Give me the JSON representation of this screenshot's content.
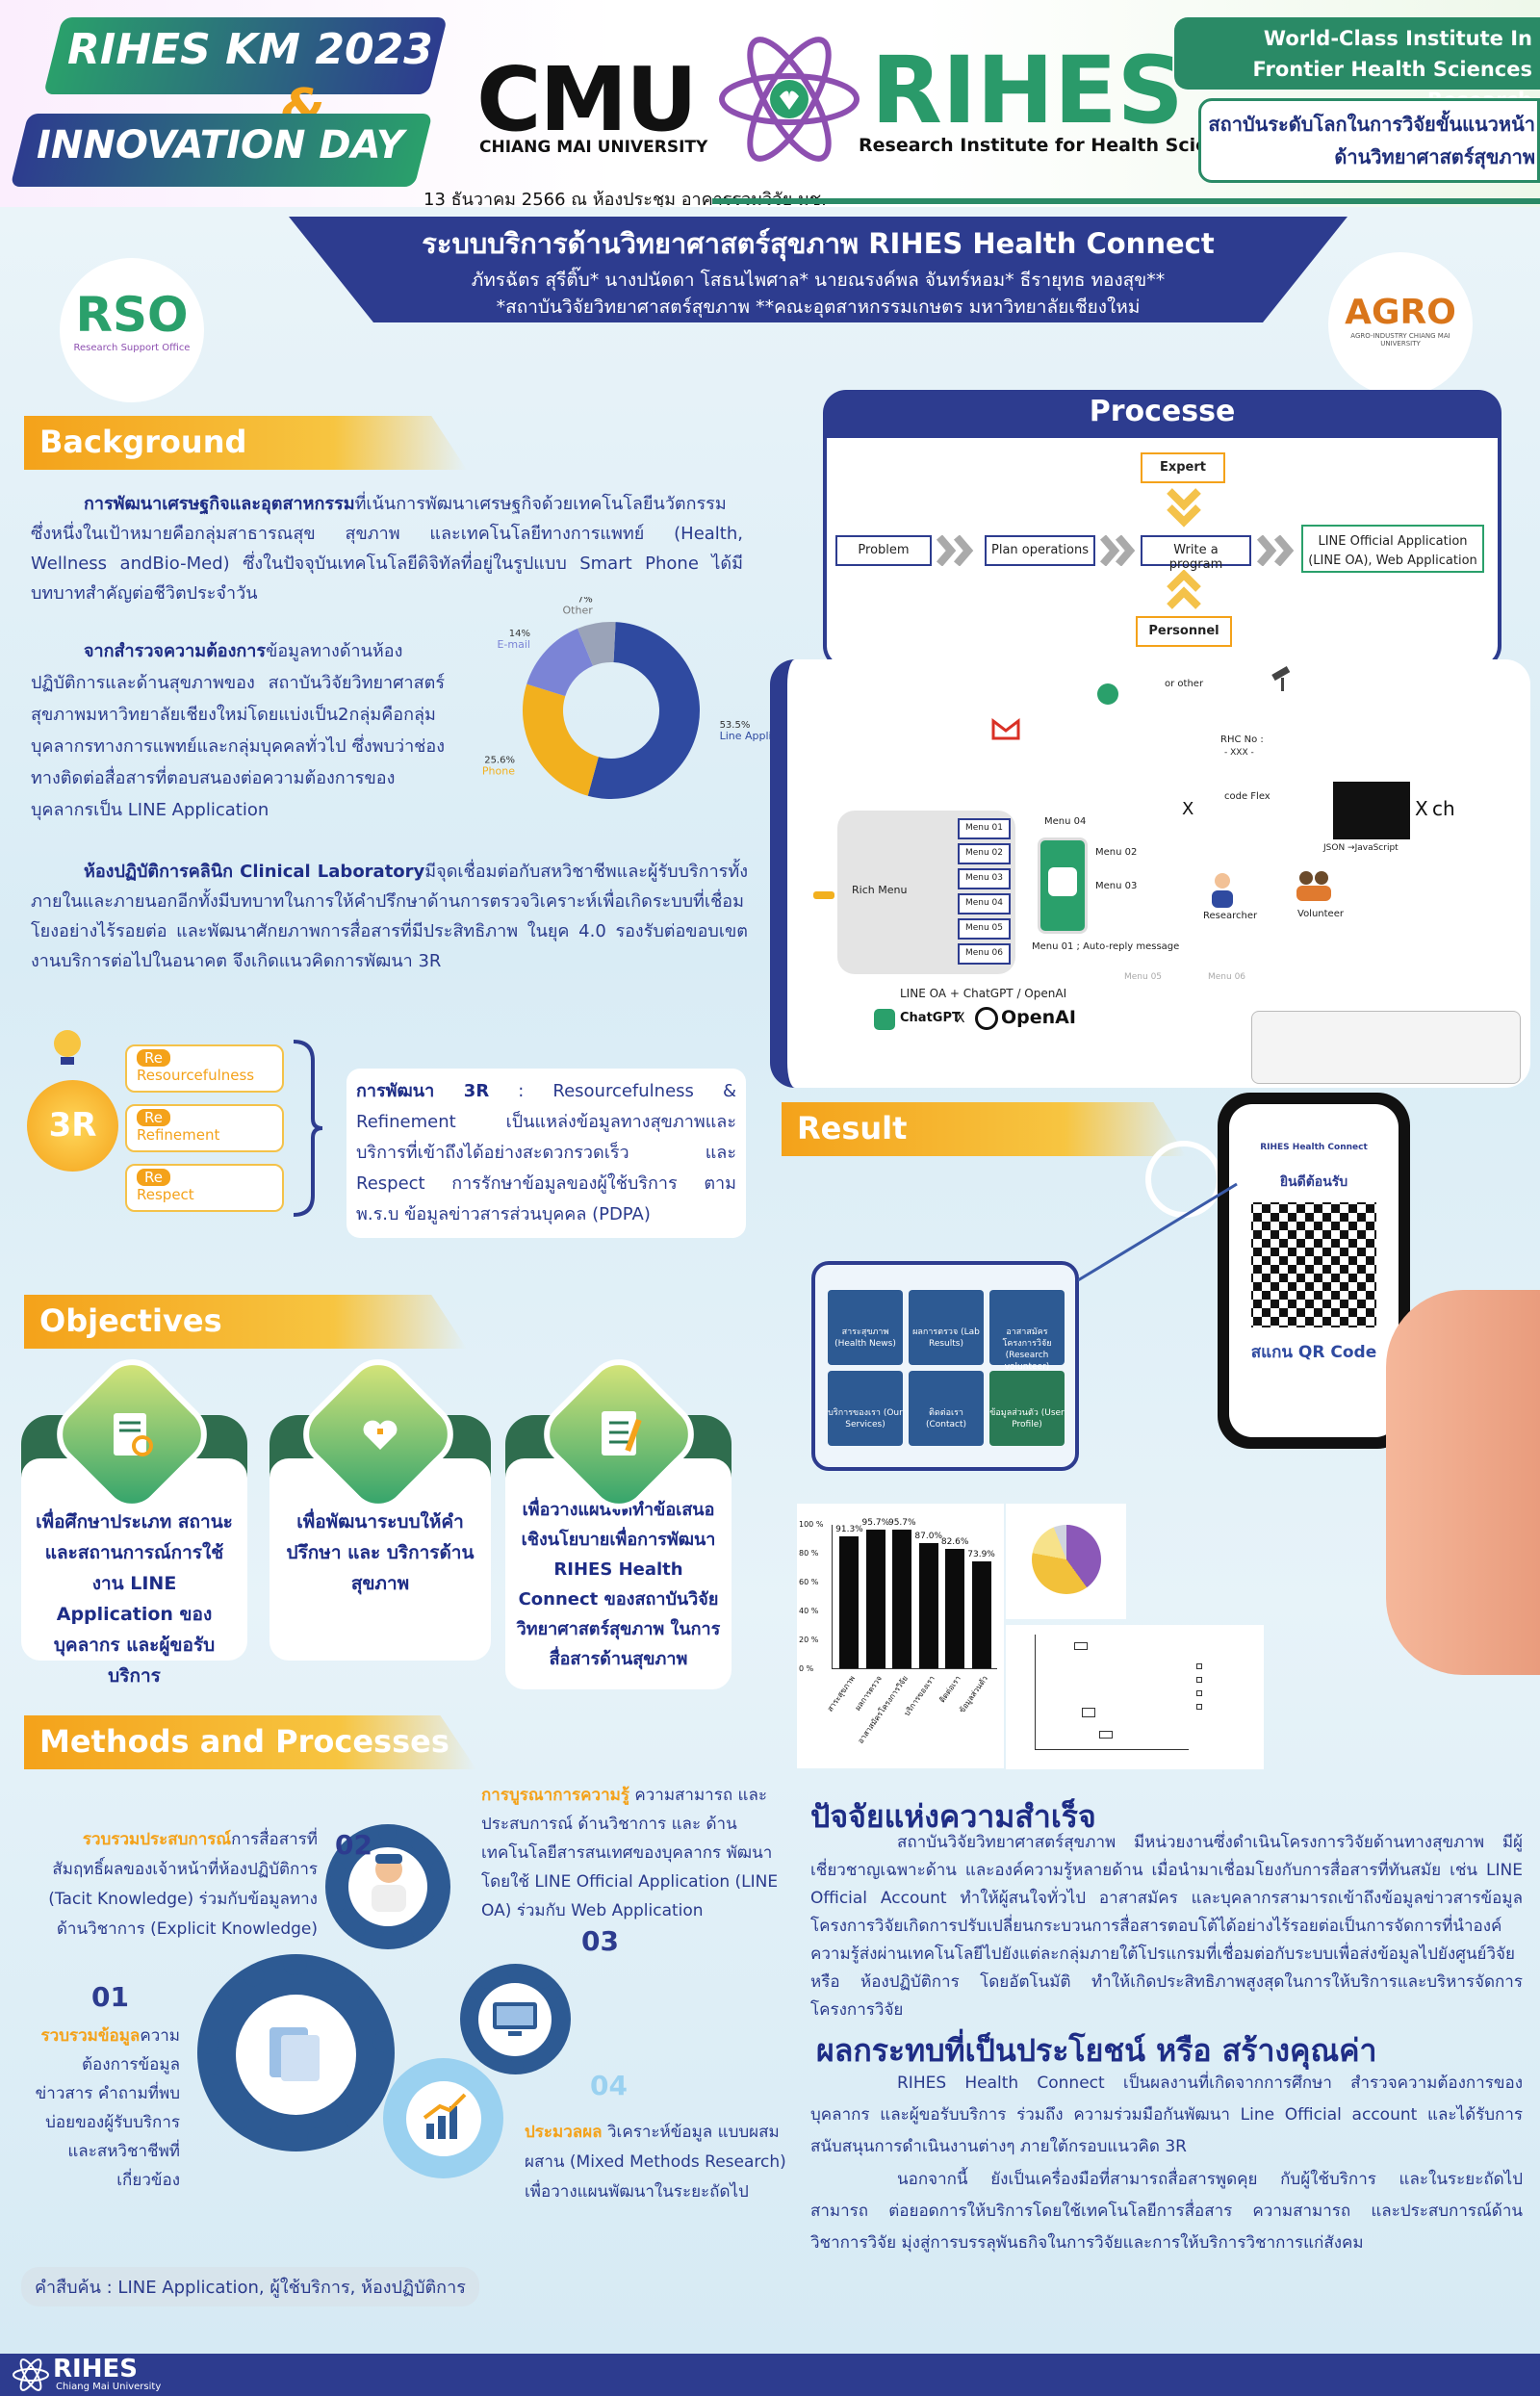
{
  "header": {
    "event_line1": "RIHES KM 2023",
    "event_amp": "&",
    "event_line2": "INNOVATION DAY",
    "cmu_logo": "CMU",
    "cmu_name": "CHIANG MAI UNIVERSITY",
    "rihes_logo": "RIHES",
    "rihes_name": "Research Institute for Health Sciences",
    "tagline_en": "World-Class Institute In Frontier Health Sciences Research",
    "tagline_th": "สถาบันระดับโลกในการวิจัยขั้นแนวหน้าด้านวิทยาศาสตร์สุขภาพ",
    "date_venue": "13 ธันวาคม 2566  ณ ห้องประชุม อาคารรวมวิจัย มช."
  },
  "title": {
    "main": "ระบบบริการด้านวิทยาศาสตร์สุขภาพ RIHES  Health Connect",
    "authors": "ภัทรฉัตร สุรีติ๊บ*  นางปนัดดา โสธนไพศาล*  นายณรงค์พล จันทร์หอม*  ธีรายุทธ ทองสุข**",
    "affiliation": "*สถาบันวิจัยวิทยาศาสตร์สุขภาพ **คณะอุตสาหกรรมเกษตร มหาวิทยาลัยเชียงใหม่",
    "logo_left": "RSO",
    "logo_left_sub": "Research Support Office",
    "logo_right": "AGRO",
    "logo_right_sub": "AGRO-INDUSTRY CHIANG MAI UNIVERSITY"
  },
  "background": {
    "heading": "Background",
    "p1_bold": "การพัฒนาเศรษฐกิจและอุตสาหกรรม",
    "p1": "ที่เน้นการพัฒนาเศรษฐกิจด้วยเทคโนโลยีนวัตกรรม ซึ่งหนึ่งในเป้าหมายคือกลุ่มสาธารณสุข สุขภาพ และเทคโนโลยีทางการแพทย์ (Health, Wellness andBio-Med) ซึ่งในปัจจุบันเทคโนโลยีดิจิทัลที่อยู่ในรูปแบบ Smart Phone ได้มีบทบาทสำคัญต่อชีวิตประจำวัน",
    "p2_bold": "จากสำรวจความต้องการ",
    "p2": "ข้อมูลทางด้านห้องปฏิบัติการและด้านสุขภาพของ สถาบันวิจัยวิทยาศาสตร์สุขภาพมหาวิทยาลัยเชียงใหม่โดยแบ่งเป็น2กลุ่มคือกลุ่มบุคลากรทางการแพทย์และกลุ่มบุคคลทั่วไป ซึ่งพบว่าช่องทางติดต่อสื่อสารที่ตอบสนองต่อความต้องการของบุคลากรเป็น LINE Application",
    "p3_bold": "ห้องปฏิบัติการคลินิก Clinical Laboratory",
    "p3": "มีจุดเชื่อมต่อกับสหวิชาชีพและผู้รับบริการทั้งภายในและภายนอกอีกทั้งมีบทบาทในการให้คำปรึกษาด้านการตรวจวิเคราะห์เพื่อเกิดระบบที่เชื่อมโยงอย่างไร้รอยต่อ และพัฒนาศักยภาพการสื่อสารที่มีประสิทธิภาพ ในยุค 4.0 รองรับต่อขอบเขตงานบริการต่อไปในอนาคต จึงเกิดแนวคิดการพัฒนา 3R"
  },
  "donut": {
    "slices": [
      {
        "label": "Line Application",
        "pct": "53.5%",
        "value": 53.5,
        "color": "#2f4aa0"
      },
      {
        "label": "Phone",
        "pct": "25.6%",
        "value": 25.6,
        "color": "#f2b01e"
      },
      {
        "label": "E-mail",
        "pct": "14%",
        "value": 14,
        "color": "#7b84d6"
      },
      {
        "label": "Other",
        "pct": "7%",
        "value": 7,
        "color": "#9aa3b8"
      }
    ]
  },
  "threeR": {
    "center": "3R",
    "items": [
      {
        "re": "Re",
        "word": "Resourcefulness"
      },
      {
        "re": "Re",
        "word": "Refinement"
      },
      {
        "re": "Re",
        "word": "Respect"
      }
    ],
    "desc_bold": "การพัฒนา 3R",
    "desc": " : Resourcefulness & Refinement เป็นแหล่งข้อมูลทางสุขภาพและบริการที่เข้าถึงได้อย่างสะดวกรวดเร็ว และ Respect การรักษาข้อมูลของผู้ใช้บริการ ตาม พ.ร.บ ข้อมูลข่าวสารส่วนบุคคล (PDPA)"
  },
  "process": {
    "heading": "Processe",
    "expert": "Expert",
    "personnel": "Personnel",
    "steps": [
      "Problem",
      "Plan operations",
      "Write a program",
      "LINE Official Application (LINE OA), Web Application"
    ],
    "rich_menu": "Rich Menu",
    "menus": [
      "Menu 01",
      "Menu 02",
      "Menu 03",
      "Menu 04",
      "Menu 05",
      "Menu 06"
    ],
    "menu04": "Menu 04",
    "menu02": "Menu 02",
    "menu03": "Menu 03",
    "menu01_note": "Menu 01 ; Auto-reply message",
    "menu05": "Menu 05",
    "menu06": "Menu 06",
    "researcher": "Researcher",
    "volunteer": "Volunteer",
    "or_other": "or other",
    "rhc_no": "RHC No :",
    "rhc_xxx": "- XXX -",
    "code_flex": "code Flex",
    "json_js": "JSON →JavaScript",
    "x": "X",
    "ch": "ch",
    "line_oa_gpt": "LINE OA + ChatGPT / OpenAI",
    "chatgpt": "ChatGPT",
    "openai": "OpenAI"
  },
  "result": {
    "heading": "Result",
    "phone_brand": "RIHES Health Connect",
    "phone_welcome": "ยินดีต้อนรับ",
    "phone_scan": "สแกน QR Code",
    "tiles": [
      "สาระสุขภาพ (Health News)",
      "ผลการตรวจ (Lab Results)",
      "อาสาสมัครโครงการวิจัย (Research volunteer)",
      "บริการของเรา (Our Services)",
      "ติดต่อเรา (Contact)",
      "ข้อมูลส่วนตัว (User Profile)"
    ]
  },
  "chart_data": [
    {
      "type": "bar",
      "categories": [
        "สาระสุขภาพ",
        "ผลการตรวจ",
        "อาสาสมัครโครงการวิจัย",
        "บริการของเรา",
        "ติดต่อเรา",
        "ข้อมูลส่วนตัว"
      ],
      "values": [
        91.3,
        95.7,
        95.7,
        87.0,
        82.6,
        73.9
      ],
      "value_labels": [
        "91.3%",
        "95.7%",
        "95.7%",
        "87.0%",
        "82.6%",
        "73.9%"
      ],
      "yticks": [
        "100 %",
        "80 %",
        "60 %",
        "40 %",
        "20 %",
        "0 %"
      ],
      "ylim": [
        0,
        100
      ]
    }
  ],
  "success": {
    "heading": "ปัจจัยแห่งความสำเร็จ",
    "text": "สถาบันวิจัยวิทยาศาสตร์สุขภาพ มีหน่วยงานซึ่งดำเนินโครงการวิจัยด้านทางสุขภาพ มีผู้เชี่ยวชาญเฉพาะด้าน และองค์ความรู้หลายด้าน เมื่อนำมาเชื่อมโยงกับการสื่อสารที่ทันสมัย เช่น LINE Official Account ทำให้ผู้สนใจทั่วไป อาสาสมัคร และบุคลากรสามารถเข้าถึงข้อมูลข่าวสารข้อมูลโครงการวิจัยเกิดการปรับเปลี่ยนกระบวนการสื่อสารตอบโต้ได้อย่างไร้รอยต่อเป็นการจัดการที่นำองค์ความรู้ส่งผ่านเทคโนโลยีไปยังแต่ละกลุ่มภายใต้โปรแกรมที่เชื่อมต่อกับระบบเพื่อส่งข้อมูลไปยังศูนย์วิจัย หรือ ห้องปฏิบัติการ โดยอัตโนมัติ ทำให้เกิดประสิทธิภาพสูงสุดในการให้บริการและบริหารจัดการโครงการวิจัย"
  },
  "benefit": {
    "heading": "ผลกระทบที่เป็นประโยชน์ หรือ สร้างคุณค่า",
    "p1": "RIHES  Health Connect  เป็นผลงานที่เกิดจากการศึกษา สำรวจความต้องการของบุคลากร และผู้ขอรับบริการ ร่วมถึง ความร่วมมือกันพัฒนา Line Official account และได้รับการสนับสนุนการดำเนินงานต่างๆ ภายใต้กรอบแนวคิด 3R",
    "p2": "นอกจากนี้ ยังเป็นเครื่องมือที่สามารถสื่อสารพูดคุย กับผู้ใช้บริการ และในระยะถัดไปสามารถ ต่อยอดการให้บริการโดยใช้เทคโนโลยีการสื่อสาร ความสามารถ และประสบการณ์ด้านวิชาการวิจัย มุ่งสู่การบรรลุพันธกิจในการวิจัยและการให้บริการวิชาการแก่สังคม"
  },
  "objectives": {
    "heading": "Objectives",
    "items": [
      "เพื่อศึกษาประเภท สถานะและสถานการณ์การใช้งาน LINE Application ของบุคลากร และผู้ขอรับบริการ",
      "เพื่อพัฒนาระบบให้คำปรึกษา และ บริการด้านสุขภาพ",
      "เพื่อวางแผนจัดทำข้อเสนอเชิงนโยบายเพื่อการพัฒนา RIHES  Health Connect ของสถาบันวิจัยวิทยาศาสตร์สุขภาพ ในการสื่อสารด้านสุขภาพ"
    ]
  },
  "methods": {
    "heading": "Methods and Processes",
    "step01_num": "01",
    "step01_bold": "รวบรวมข้อมูล",
    "step01": "ความต้องการข้อมูลข่าวสาร คำถามที่พบบ่อยของผู้รับบริการ และสหวิชาชีพที่เกี่ยวข้อง",
    "step02_num": "02",
    "step02_bold": "รวบรวมประสบการณ์",
    "step02": "การสื่อสารที่สัมฤทธิ์ผลของเจ้าหน้าที่ห้องปฏิบัติการ (Tacit Knowledge) ร่วมกับข้อมูลทางด้านวิชาการ (Explicit Knowledge)",
    "step03_num": "03",
    "step03_bold": "การบูรณาการความรู้",
    "step03": " ความสามารถ และประสบการณ์ ด้านวิชาการ และ ด้านเทคโนโลยีสารสนเทศของบุคลากร พัฒนาโดยใช้ LINE Official Application (LINE OA) ร่วมกับ Web Application",
    "step04_num": "04",
    "step04_bold": "ประมวลผล",
    "step04": " วิเคราะห์ข้อมูล แบบผสมผสาน (Mixed Methods Research) เพื่อวางแผนพัฒนาในระยะถัดไป"
  },
  "keywords": "คำสืบค้น : LINE Application, ผู้ใช้บริการ, ห้องปฏิบัติการ",
  "footer": {
    "logo": "RIHES",
    "sub": "Chiang Mai University"
  }
}
